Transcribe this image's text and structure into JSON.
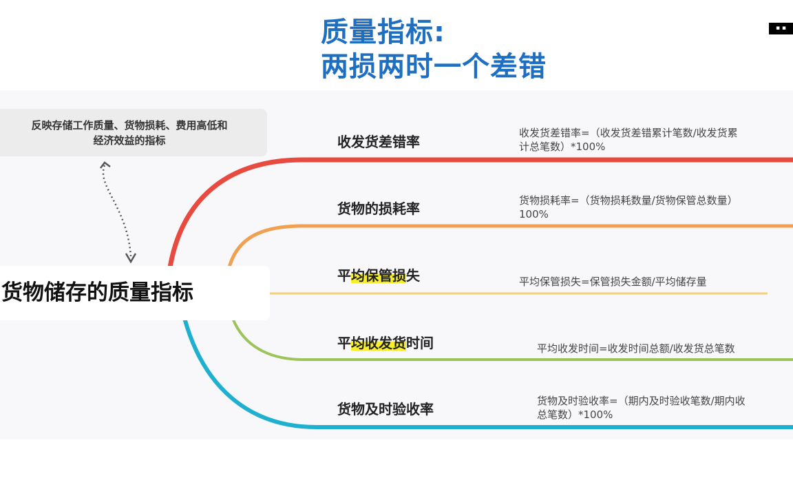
{
  "title": {
    "line1": "质量指标:",
    "line2": "两损两时一个差错"
  },
  "badge": "▪ ▪",
  "note": {
    "line1": "反映存储工作质量、货物损耗、费用高低和",
    "line2": "经济效益的指标"
  },
  "center": "货物储存的质量指标",
  "branches": [
    {
      "label": "收发货差错率",
      "formula1": "收发货差错率=（收发货差错累计笔数/收发货累",
      "formula2": "计总笔数）*100%",
      "color": "#e84a3f"
    },
    {
      "label": "货物的损耗率",
      "formula1": "货物损耗率=（货物损耗数量/货物保管总数量）",
      "formula2": "100%",
      "color": "#f0a050"
    },
    {
      "label_pre": "平",
      "label_hl": "均保管损",
      "label_post": "失",
      "formula1": "平均保管损失=保管损失金额/平均储存量",
      "color": "#f2d17a"
    },
    {
      "label_pre": "平",
      "label_hl": "均收发货",
      "label_post": "时间",
      "formula1": "平均收发时间=收发时间总额/收发货总笔数",
      "color": "#9cc45a"
    },
    {
      "label": "货物及时验收率",
      "formula1": "货物及时验收率=（期内及时验收笔数/期内收",
      "formula2": "总笔数）*100%",
      "color": "#1fb0d0"
    }
  ]
}
